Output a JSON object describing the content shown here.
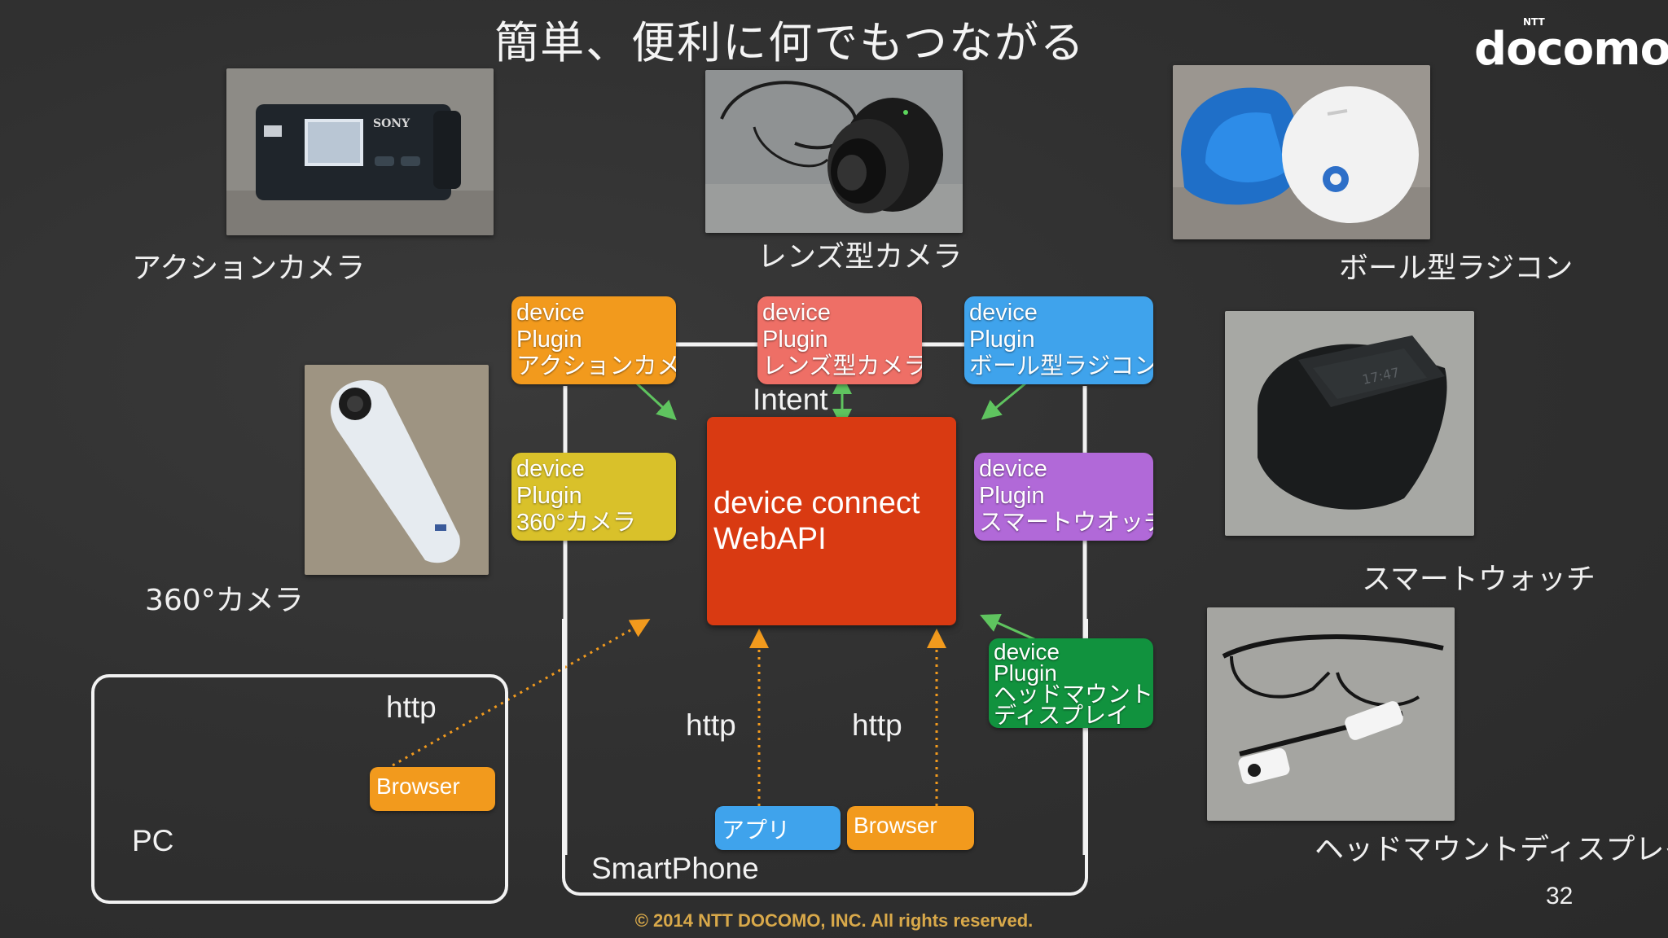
{
  "slide": {
    "title": "簡単、便利に何でもつながる",
    "logo": "docomo",
    "logo_sup": "NTT",
    "page_number": "32",
    "copyright": "© 2014  NTT DOCOMO, INC. All rights reserved."
  },
  "devices": {
    "action_camera": "アクションカメラ",
    "lens_camera": "レンズ型カメラ",
    "ball_robot": "ボール型ラジコン",
    "camera_360": "360°カメラ",
    "smartwatch": "スマートウォッチ",
    "hmd": "ヘッドマウントディスプレイ"
  },
  "plugins": {
    "action_camera": {
      "line1": "device",
      "line2": "Plugin",
      "line3": "アクションカメラ",
      "color": "#f29a1d"
    },
    "lens_camera": {
      "line1": "device",
      "line2": "Plugin",
      "line3": "レンズ型カメラ",
      "color": "#ee6f66"
    },
    "ball_robot": {
      "line1": "device",
      "line2": "Plugin",
      "line3": "ボール型ラジコン",
      "color": "#3fa3ec"
    },
    "camera_360": {
      "line1": "device",
      "line2": "Plugin",
      "line3": "360°カメラ",
      "color": "#d9c12a"
    },
    "smartwatch": {
      "line1": "device",
      "line2": "Plugin",
      "line3": "スマートウオッチ",
      "color": "#b169d8"
    },
    "hmd": {
      "line1": "device",
      "line2": "Plugin",
      "line3": "ヘッドマウント",
      "line4": "ディスプレイ",
      "color": "#11923e"
    }
  },
  "core": {
    "line1": "device connect",
    "line2": "WebAPI",
    "color": "#d93a12"
  },
  "labels": {
    "intent": "Intent",
    "http_pc": "http",
    "http_app": "http",
    "http_browser": "http",
    "pc": "PC",
    "smartphone": "SmartPhone"
  },
  "clients": {
    "pc_browser": "Browser",
    "app": "アプリ",
    "sp_browser": "Browser"
  },
  "colors": {
    "arrow_green": "#5fc45f",
    "arrow_orange": "#f29a1d",
    "frame": "#f2f2f2"
  }
}
